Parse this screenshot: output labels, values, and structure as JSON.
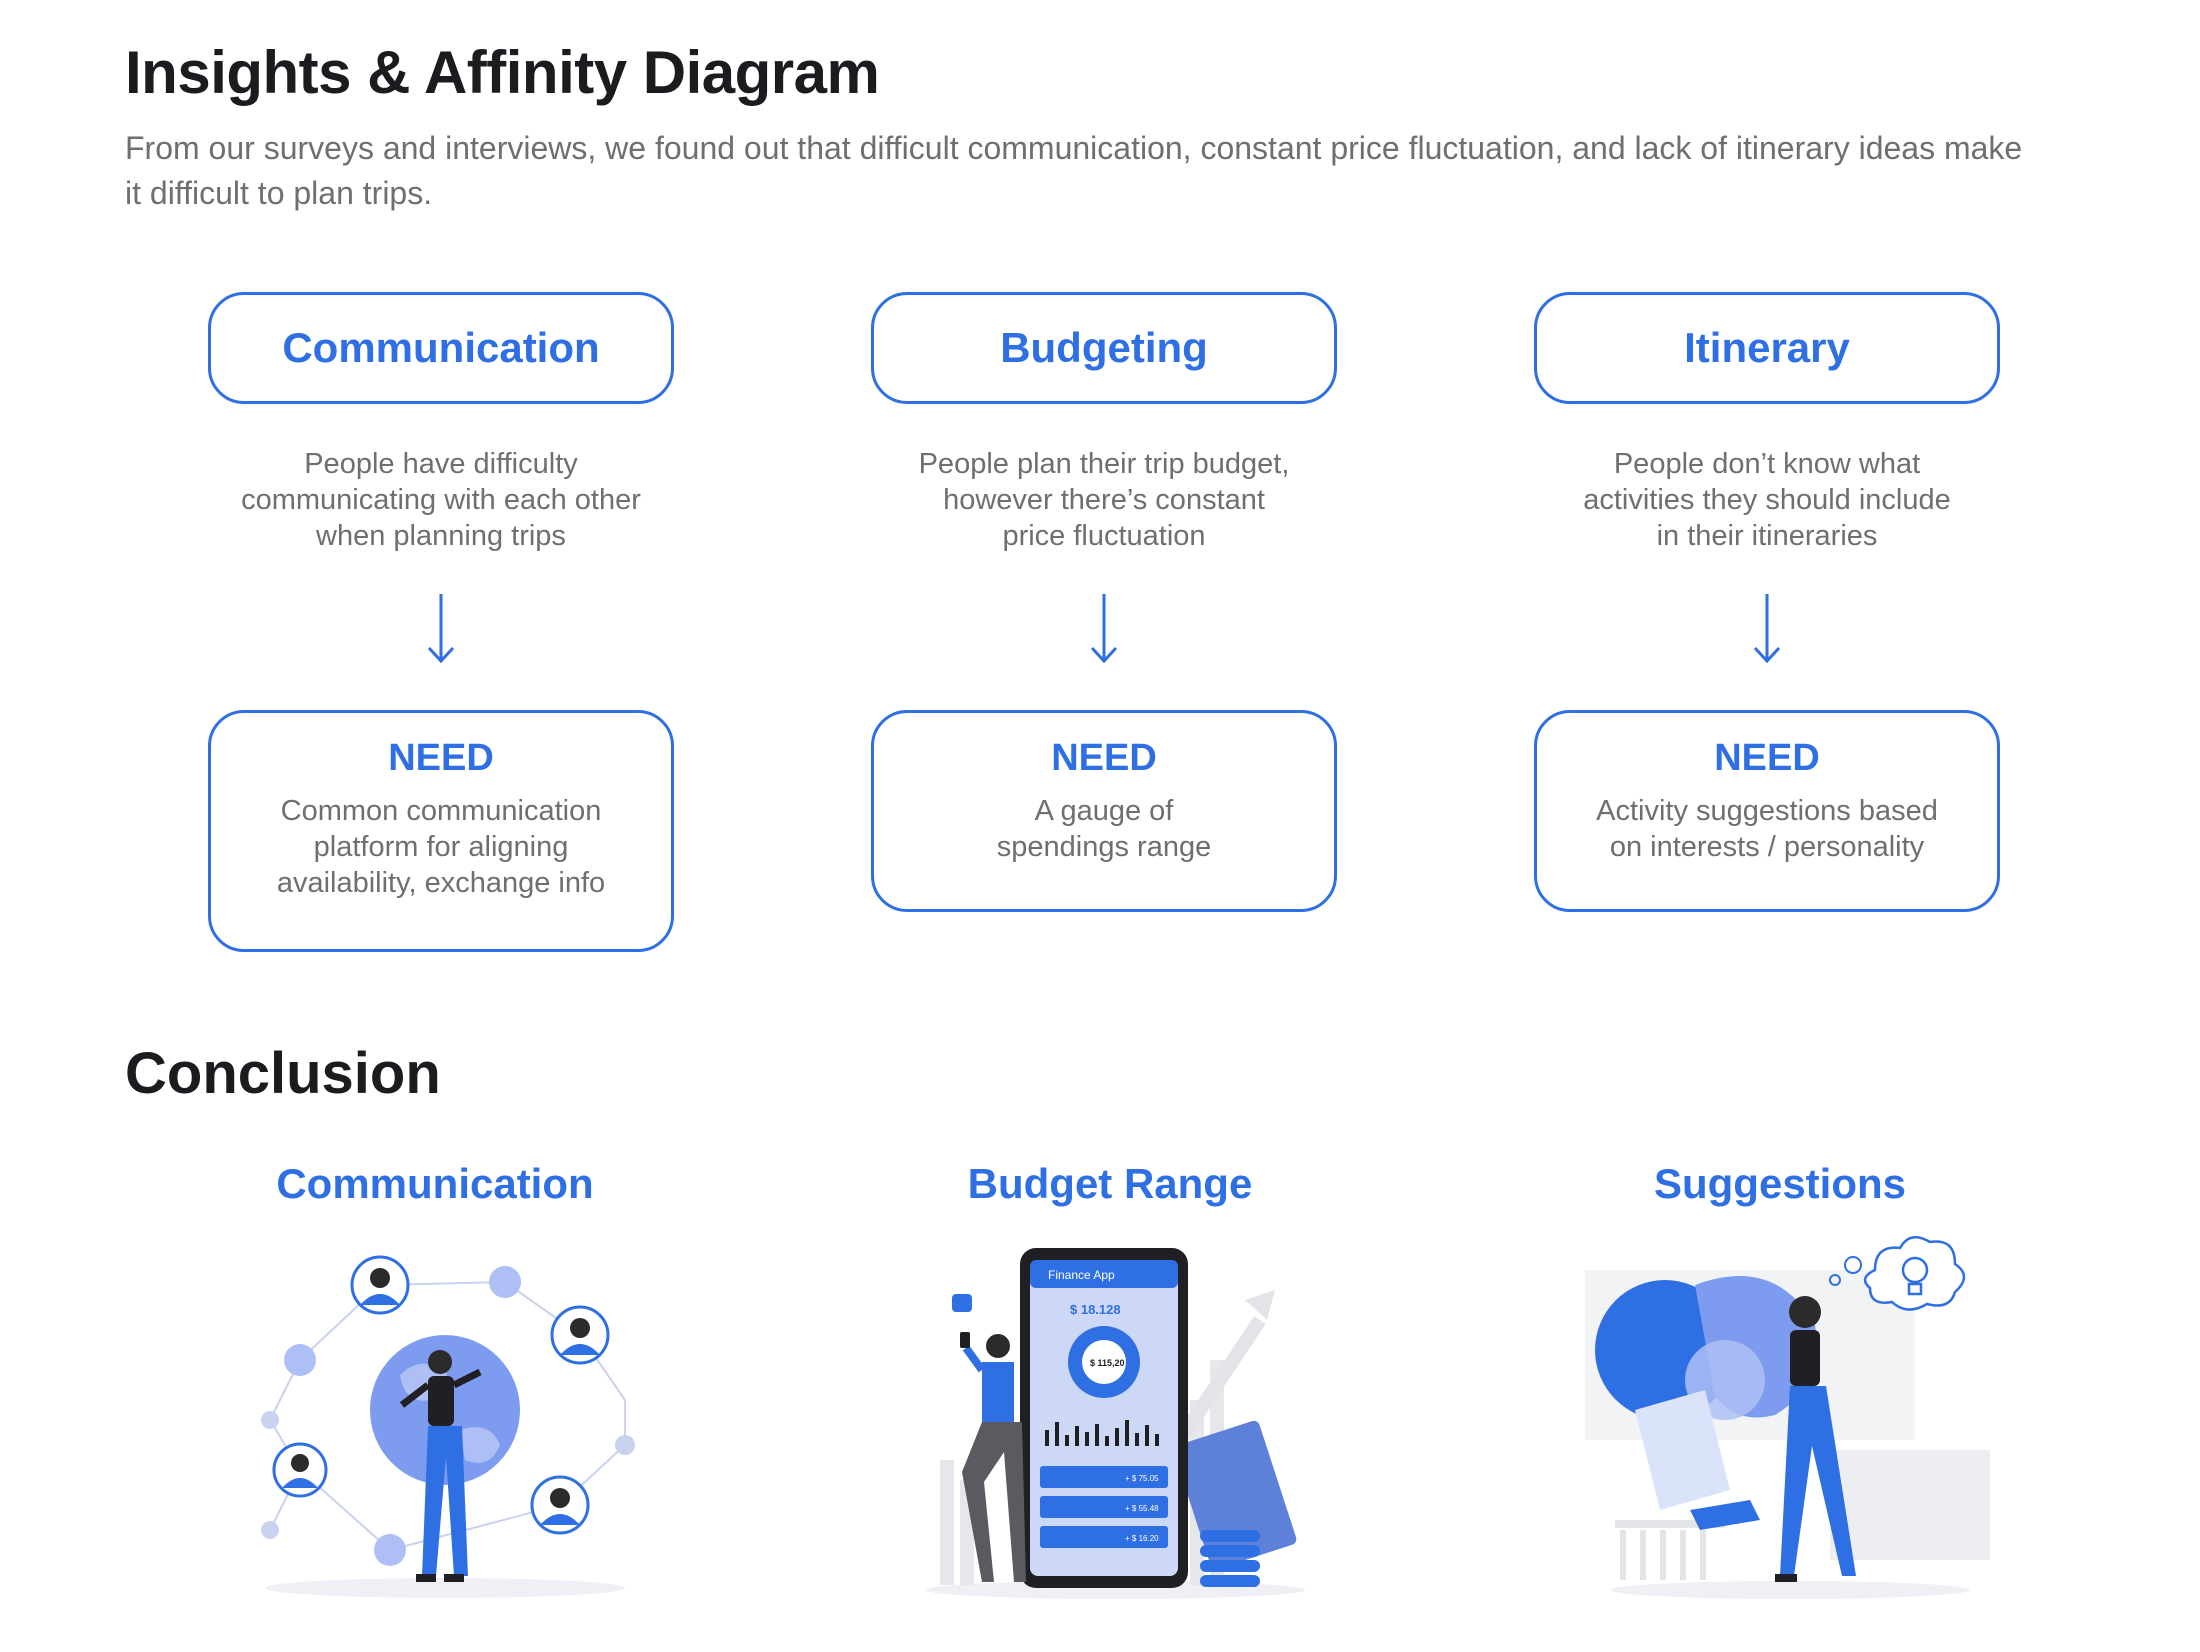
{
  "header": {
    "title": "Insights & Affinity Diagram",
    "intro": "From our surveys and interviews, we found out that difficult communication, constant price fluctuation, and lack of itinerary ideas make it difficult to plan trips."
  },
  "insights": [
    {
      "category": "Communication",
      "problem": "People have difficulty\ncommunicating with each other\nwhen planning trips",
      "need_label": "NEED",
      "need": "Common communication\nplatform for aligning\navailability, exchange info"
    },
    {
      "category": "Budgeting",
      "problem": "People plan their trip budget,\nhowever there’s constant\nprice fluctuation",
      "need_label": "NEED",
      "need": "A gauge of\nspendings range"
    },
    {
      "category": "Itinerary",
      "problem": "People don’t know what\nactivities they should include\nin their itineraries",
      "need_label": "NEED",
      "need": "Activity suggestions based\non interests / personality"
    }
  ],
  "conclusion": {
    "title": "Conclusion",
    "items": [
      {
        "title": "Communication",
        "icon": "people-network-globe-illustration"
      },
      {
        "title": "Budget Range",
        "icon": "finance-app-phone-illustration",
        "phone": {
          "app_name": "Finance App",
          "balance": "$ 18.128",
          "center_value": "$ 115,20",
          "rows": [
            "+ $ 75.05",
            "+ $ 55.48",
            "+ $ 16.20"
          ]
        }
      },
      {
        "title": "Suggestions",
        "icon": "idea-lightbulb-illustration"
      }
    ]
  },
  "colors": {
    "accent": "#2f6fe4",
    "text": "#1b1b20",
    "muted": "#6e6e73"
  }
}
